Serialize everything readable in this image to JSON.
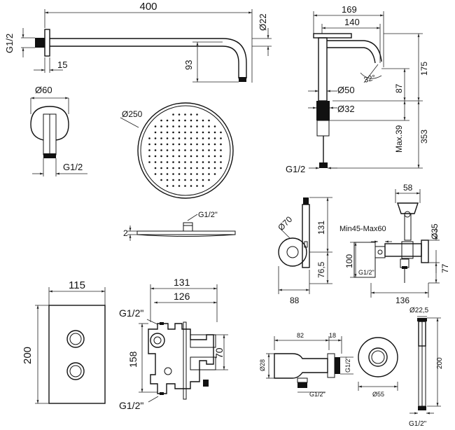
{
  "labels": {
    "arm_length": "400",
    "arm_dia": "Ø22",
    "arm_thread": "G1/2",
    "arm_flange": "15",
    "arm_drop": "93",
    "flange_dia": "Ø60",
    "flange_thread": "G1/2",
    "mixer_width": "169",
    "mixer_spout": "140",
    "mixer_height": "175",
    "mixer_angle": "32°",
    "mixer_body": "87",
    "mixer_base": "Ø50",
    "mixer_hole": "Ø32",
    "mixer_max": "Max.39",
    "mixer_total": "353",
    "mixer_thread": "G1/2",
    "head_dia": "Ø250",
    "head_thread": "G1/2\"",
    "head_thick": "2",
    "bidet_dia": "Ø70",
    "bidet_h1": "131",
    "bidet_h2": "76,5",
    "bidet_w": "88",
    "holder_w": "58",
    "holder_range": "Min45-Max60",
    "holder_dia": "Ø35",
    "holder_h": "100",
    "holder_thread": "G1/2\"",
    "holder_h2": "77",
    "holder_len": "136",
    "plate_w": "115",
    "plate_h": "200",
    "valve_w1": "131",
    "valve_w2": "126",
    "valve_t1": "G1/2\"",
    "valve_h": "158",
    "valve_d": "70",
    "valve_t2": "G1/2\"",
    "elbow_len": "82",
    "elbow_w": "18",
    "elbow_dia": "Ø28",
    "elbow_t1": "G1/2\"",
    "elbow_t2": "G1/2\"",
    "elbow_flange": "Ø55",
    "rail_dia": "Ø22,5",
    "rail_len": "200",
    "rail_thread": "G1/2\""
  }
}
